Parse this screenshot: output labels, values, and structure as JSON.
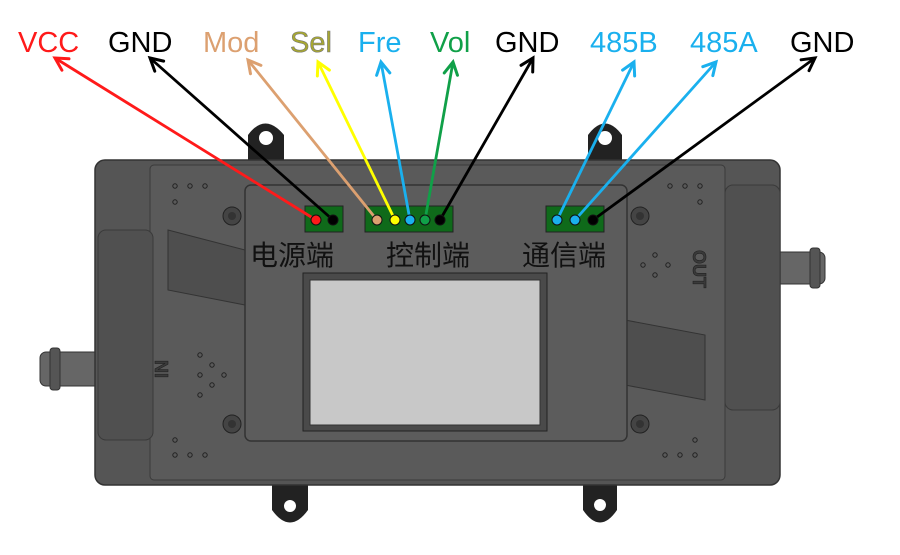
{
  "pins": [
    {
      "label": "VCC",
      "color": "#ff1a1a"
    },
    {
      "label": "GND",
      "color": "#000000"
    },
    {
      "label": "Mod",
      "color": "#dca070"
    },
    {
      "label": "Sel",
      "color": "#ffff00"
    },
    {
      "label": "Fre",
      "color": "#1ab0ee"
    },
    {
      "label": "Vol",
      "color": "#10a048"
    },
    {
      "label": "GND",
      "color": "#000000"
    },
    {
      "label": "485B",
      "color": "#1ab0ee"
    },
    {
      "label": "485A",
      "color": "#1ab0ee"
    },
    {
      "label": "GND",
      "color": "#000000"
    }
  ],
  "sel_text_color": "#a8a830",
  "connectors": {
    "power": "电源端",
    "control": "控制端",
    "comm": "通信端"
  },
  "port_labels": {
    "in": "IN",
    "out": "OUT"
  },
  "connector_color": "#0f6a1a"
}
